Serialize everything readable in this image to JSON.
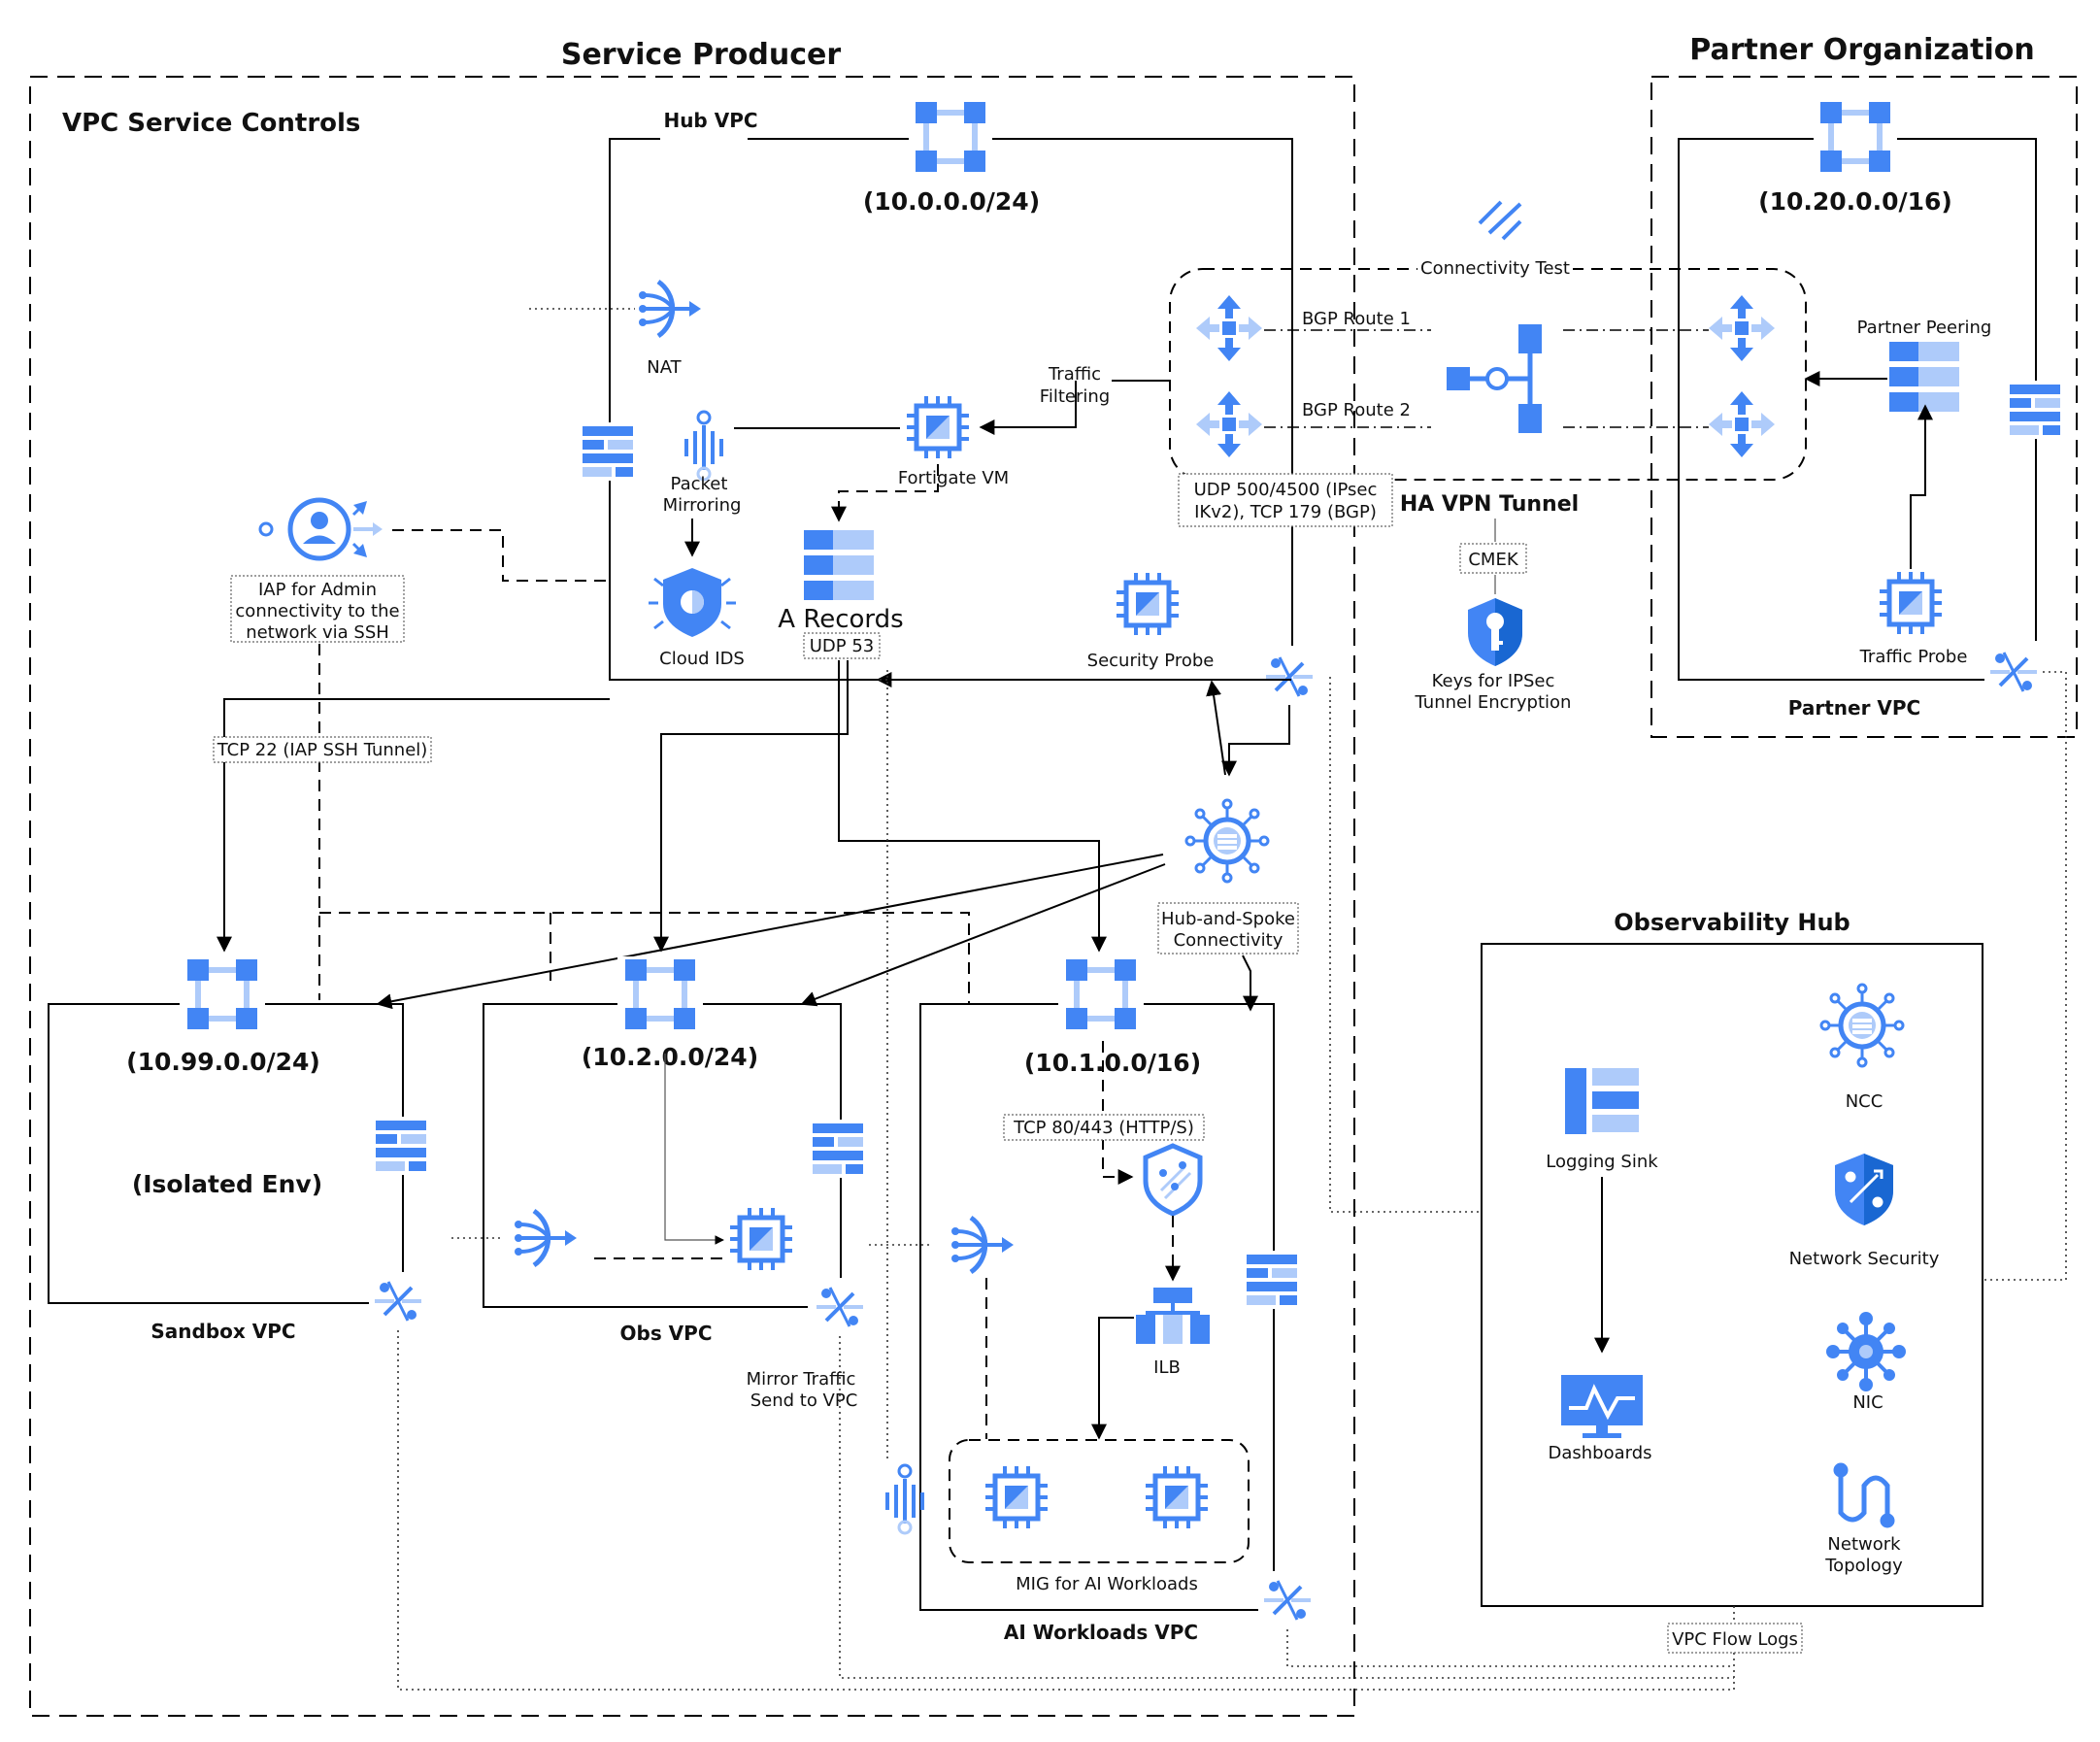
{
  "titles": {
    "service_producer": "Service Producer",
    "partner_organization": "Partner Organization",
    "vpc_service_controls": "VPC Service Controls",
    "observability_hub": "Observability Hub"
  },
  "vpcs": {
    "hub": {
      "name": "Hub VPC",
      "cidr": "(10.0.0.0/24)"
    },
    "partner": {
      "name": "Partner VPC",
      "cidr": "(10.20.0.0/16)"
    },
    "sandbox": {
      "name": "Sandbox VPC",
      "cidr": "(10.99.0.0/24)",
      "note": "(Isolated Env)"
    },
    "obs": {
      "name": "Obs VPC",
      "cidr": "(10.2.0.0/24)"
    },
    "ai": {
      "name": "AI Workloads VPC",
      "cidr": "(10.1.0.0/16)"
    }
  },
  "labels": {
    "nat": "NAT",
    "packet_mirroring_1": "Packet",
    "packet_mirroring_2": "Mirroring",
    "fortigate": "Fortigate VM",
    "traffic_filtering_1": "Traffic",
    "traffic_filtering_2": "Filtering",
    "cloud_ids": "Cloud IDS",
    "a_records": "A Records",
    "udp53": "UDP 53",
    "security_probe": "Security Probe",
    "connectivity_test": "Connectivity Test",
    "bgp1": "BGP Route 1",
    "bgp2": "BGP Route 2",
    "partner_peering": "Partner Peering",
    "udp_ipsec_1": "UDP 500/4500 (IPsec",
    "udp_ipsec_2": "IKv2), TCP 179 (BGP)",
    "ha_vpn": "HA VPN Tunnel",
    "cmek": "CMEK",
    "keys_1": "Keys for IPSec",
    "keys_2": "Tunnel Encryption",
    "traffic_probe": "Traffic Probe",
    "iap_1": "IAP for Admin",
    "iap_2": "connectivity to the",
    "iap_3": "network via SSH",
    "tcp22": "TCP 22 (IAP SSH Tunnel)",
    "hub_spoke_1": "Hub-and-Spoke",
    "hub_spoke_2": "Connectivity",
    "tcp80": "TCP 80/443 (HTTP/S)",
    "ilb": "ILB",
    "mig": "MIG for AI Workloads",
    "mirror_1": "Mirror Traffic",
    "mirror_2": "Send to VPC",
    "logging_sink": "Logging Sink",
    "dashboards": "Dashboards",
    "ncc": "NCC",
    "network_security": "Network Security",
    "nic": "NIC",
    "topology_1": "Network",
    "topology_2": "Topology",
    "flow_logs": "VPC Flow Logs"
  },
  "colors": {
    "icon_blue": "#4285f4",
    "icon_light": "#aecbfa",
    "line": "#000000"
  }
}
